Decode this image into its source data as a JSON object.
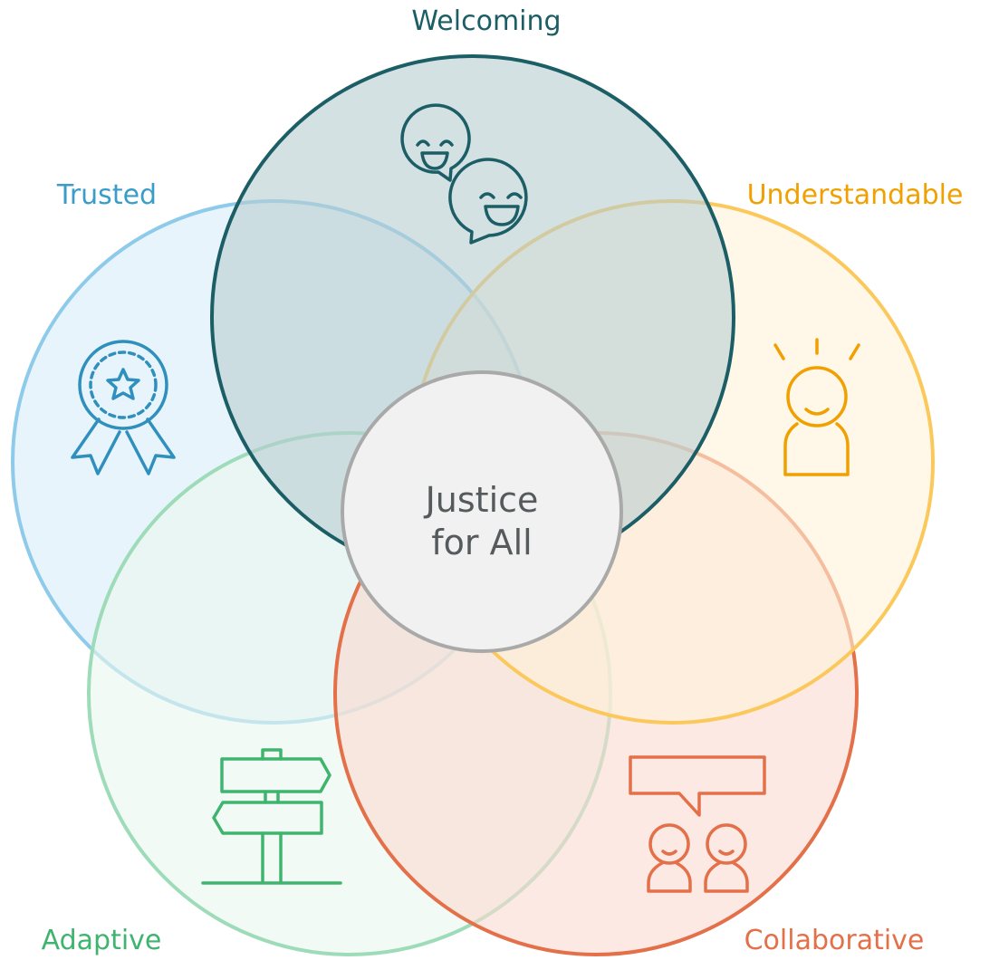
{
  "diagram": {
    "center": {
      "line1": "Justice",
      "line2": "for All"
    },
    "circles": [
      {
        "id": "trusted",
        "label": "Trusted",
        "icon": "award-ribbon-icon",
        "stroke": "#8ecbea",
        "fill": "#e8f4fb",
        "text": "#3a9cc8",
        "icon_color": "#2f8fbd"
      },
      {
        "id": "adaptive",
        "label": "Adaptive",
        "icon": "signpost-icon",
        "stroke": "#9edcb9",
        "fill": "#e9f6ee",
        "text": "#3fb46f",
        "icon_color": "#3fb46f"
      },
      {
        "id": "collaborative",
        "label": "Collaborative",
        "icon": "people-talking-icon",
        "stroke": "#e4704a",
        "fill": "#fadbd0",
        "text": "#e4704a",
        "icon_color": "#e4704a"
      },
      {
        "id": "understandable",
        "label": "Understandable",
        "icon": "lightbulb-person-icon",
        "stroke": "#fbc85c",
        "fill": "#fff1d8",
        "text": "#f0a000",
        "icon_color": "#f0a000"
      },
      {
        "id": "welcoming",
        "label": "Welcoming",
        "icon": "smiling-chat-icon",
        "stroke": "#1b5e66",
        "fill": "#b7cdd1",
        "text": "#1b5e66",
        "icon_color": "#1b5e66"
      }
    ]
  }
}
